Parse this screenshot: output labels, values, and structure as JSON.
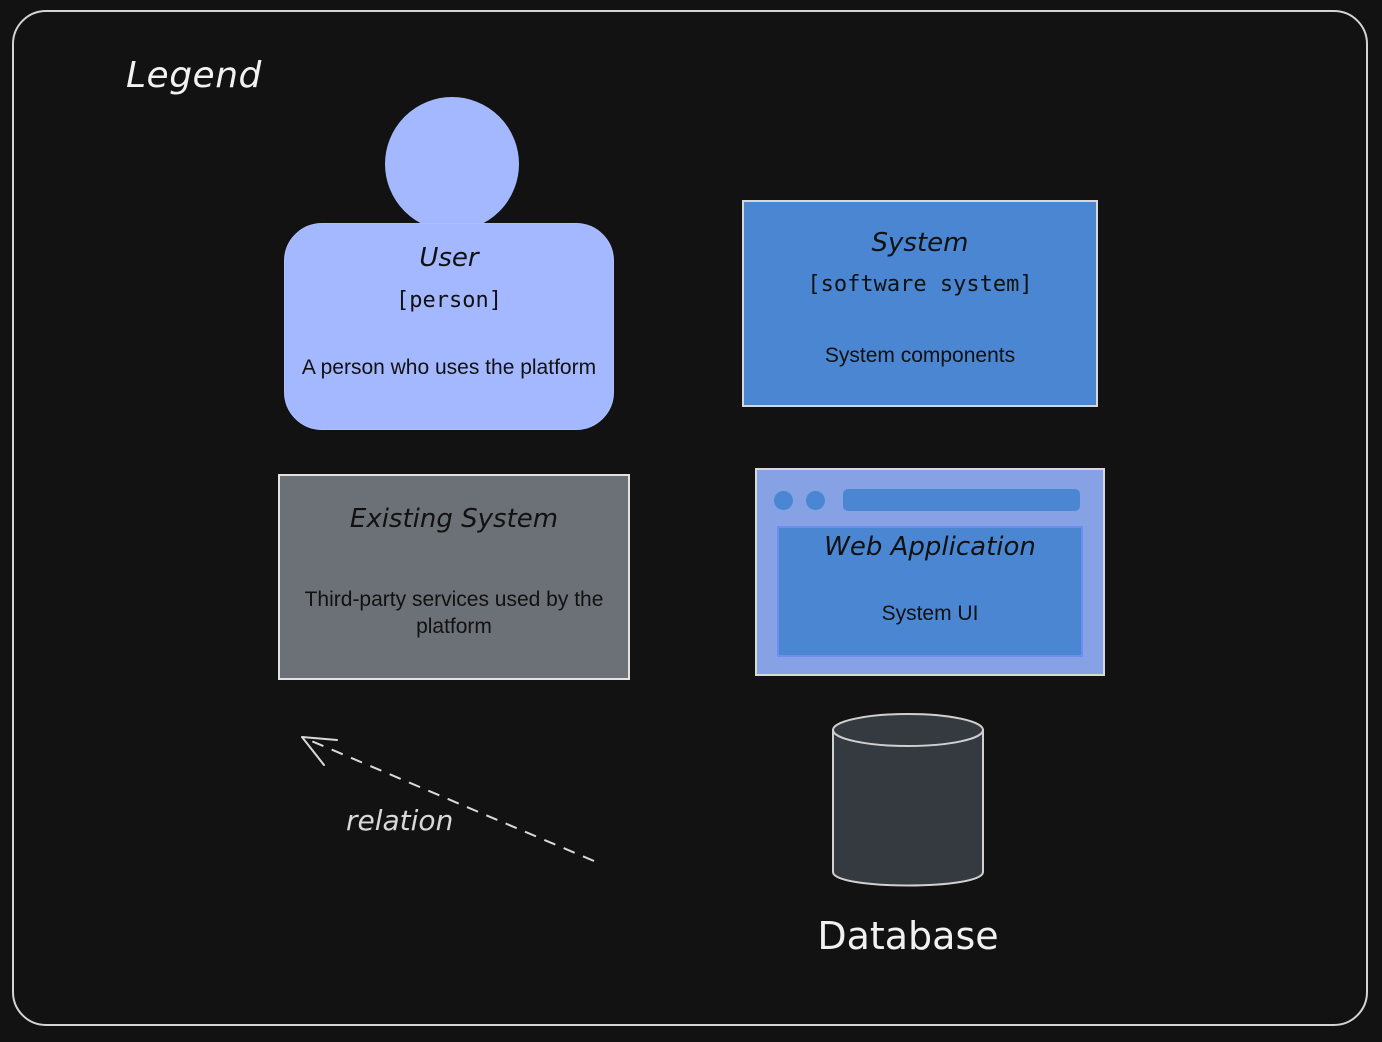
{
  "legend": {
    "title": "Legend"
  },
  "person": {
    "name": "User",
    "type": "[person]",
    "description": "A person who uses the platform"
  },
  "system": {
    "name": "System",
    "type": "[software system]",
    "description": "System components"
  },
  "existing_system": {
    "name": "Existing System",
    "description": "Third-party services used by the platform"
  },
  "web_application": {
    "name": "Web Application",
    "description": "System UI"
  },
  "database": {
    "label": "Database"
  },
  "relation": {
    "label": "relation"
  },
  "colors": {
    "background": "#121212",
    "person": "#a3b8fe",
    "system": "#4a86d2",
    "existing_system": "#6c7177",
    "web_app_frame": "#87a2e4",
    "database": "#343a40",
    "stroke": "#d4d4d4"
  }
}
